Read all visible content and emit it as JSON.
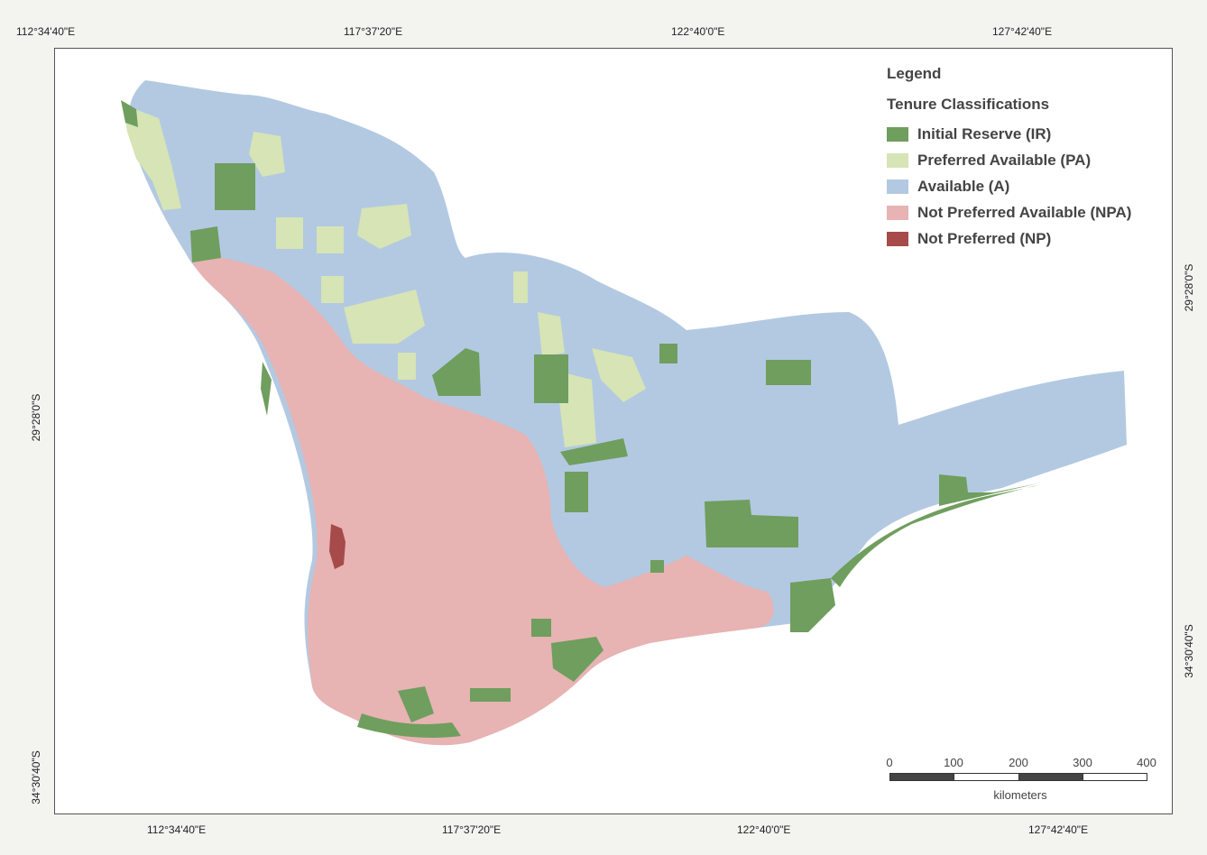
{
  "coords": {
    "top": [
      "112°34'40\"E",
      "117°37'20\"E",
      "122°40'0\"E",
      "127°42'40\"E"
    ],
    "bottom": [
      "112°34'40\"E",
      "117°37'20\"E",
      "122°40'0\"E",
      "127°42'40\"E"
    ],
    "left": [
      "29°28'0\"S",
      "34°30'40\"S"
    ],
    "right": [
      "29°28'0\"S",
      "34°30'40\"S"
    ]
  },
  "legend": {
    "title": "Legend",
    "subtitle": "Tenure Classifications",
    "items": [
      {
        "label": "Initial Reserve (IR)",
        "color": "#6f9e5e"
      },
      {
        "label": "Preferred Available (PA)",
        "color": "#d6e4b6"
      },
      {
        "label": "Available (A)",
        "color": "#b3c9e1"
      },
      {
        "label": "Not Preferred Available (NPA)",
        "color": "#e7b3b3"
      },
      {
        "label": "Not Preferred (NP)",
        "color": "#a74a4a"
      }
    ]
  },
  "scale": {
    "ticks": [
      "0",
      "100",
      "200",
      "300",
      "400"
    ],
    "unit": "kilometers"
  }
}
